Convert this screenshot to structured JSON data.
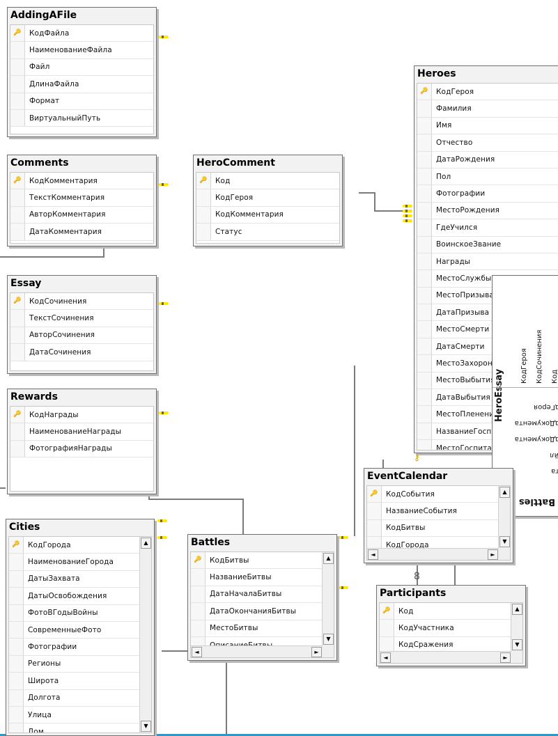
{
  "tables": {
    "addingafile": {
      "title": "AddingAFile",
      "fields": [
        "КодФайла",
        "НаименованиеФайла",
        "Файл",
        "ДлинаФайла",
        "Формат",
        "ВиртуальныйПуть"
      ]
    },
    "comments": {
      "title": "Comments",
      "fields": [
        "КодКомментария",
        "ТекстКомментария",
        "АвторКомментария",
        "ДатаКомментария"
      ]
    },
    "herocomment": {
      "title": "HeroComment",
      "fields": [
        "Код",
        "КодГероя",
        "КодКомментария",
        "Статус"
      ]
    },
    "essay": {
      "title": "Essay",
      "fields": [
        "КодСочинения",
        "ТекстСочинения",
        "АвторСочинения",
        "ДатаСочинения"
      ]
    },
    "rewards": {
      "title": "Rewards",
      "fields": [
        "КодНаграды",
        "НаименованиеНаграды",
        "ФотографияНаграды"
      ]
    },
    "heroes": {
      "title": "Heroes",
      "fields": [
        "КодГероя",
        "Фамилия",
        "Имя",
        "Отчество",
        "ДатаРождения",
        "Пол",
        "Фотографии",
        "МестоРождения",
        "ГдеУчился",
        "ВоинскоеЗвание",
        "Награды",
        "МестоСлужбы",
        "МестоПризыва",
        "ДатаПризыва",
        "МестоСмерти",
        "ДатаСмерти",
        "МестоЗахоронения",
        "МестоВыбытия",
        "ДатаВыбытия",
        "МестоПленения",
        "НазваниеГоспиталя",
        "МестоГоспиталя"
      ]
    },
    "cities": {
      "title": "Cities",
      "fields": [
        "КодГорода",
        "НаименованиеГорода",
        "ДатыЗахвата",
        "ДатыОсвобождения",
        "ФотоВГодыВойны",
        "СовременныеФото",
        "Фотографии",
        "Регионы",
        "Широта",
        "Долгота",
        "Улица",
        "Дом"
      ]
    },
    "battles": {
      "title": "Battles",
      "fields": [
        "КодБитвы",
        "НазваниеБитвы",
        "ДатаНачалаБитвы",
        "ДатаОкончанияБитвы",
        "МестоБитвы",
        "ОписаниеБитвы"
      ]
    },
    "eventcalendar": {
      "title": "EventCalendar",
      "fields": [
        "КодСобытия",
        "НазваниеСобытия",
        "КодБитвы",
        "КодГорода"
      ]
    },
    "participants": {
      "title": "Participants",
      "fields": [
        "Код",
        "КодУчастника",
        "КодСражения"
      ]
    },
    "heroessay": {
      "title": "HeroEssay",
      "rotated_fields": [
        "КодГероя",
        "КодСочинения",
        "Код"
      ],
      "mirrored_fields": [
        "КодГероя",
        "КодДокумента",
        "КодДокумента",
        "Файл",
        "Дата"
      ]
    }
  },
  "glyphs": {
    "key": "key-icon",
    "up": "▲",
    "down": "▼",
    "left": "◄",
    "right": "►"
  },
  "colors": {
    "background": "#2f98c6",
    "table_header": "#f2f2f2",
    "relationship_marker": "#ffe900",
    "relationship_line": "#777777"
  }
}
